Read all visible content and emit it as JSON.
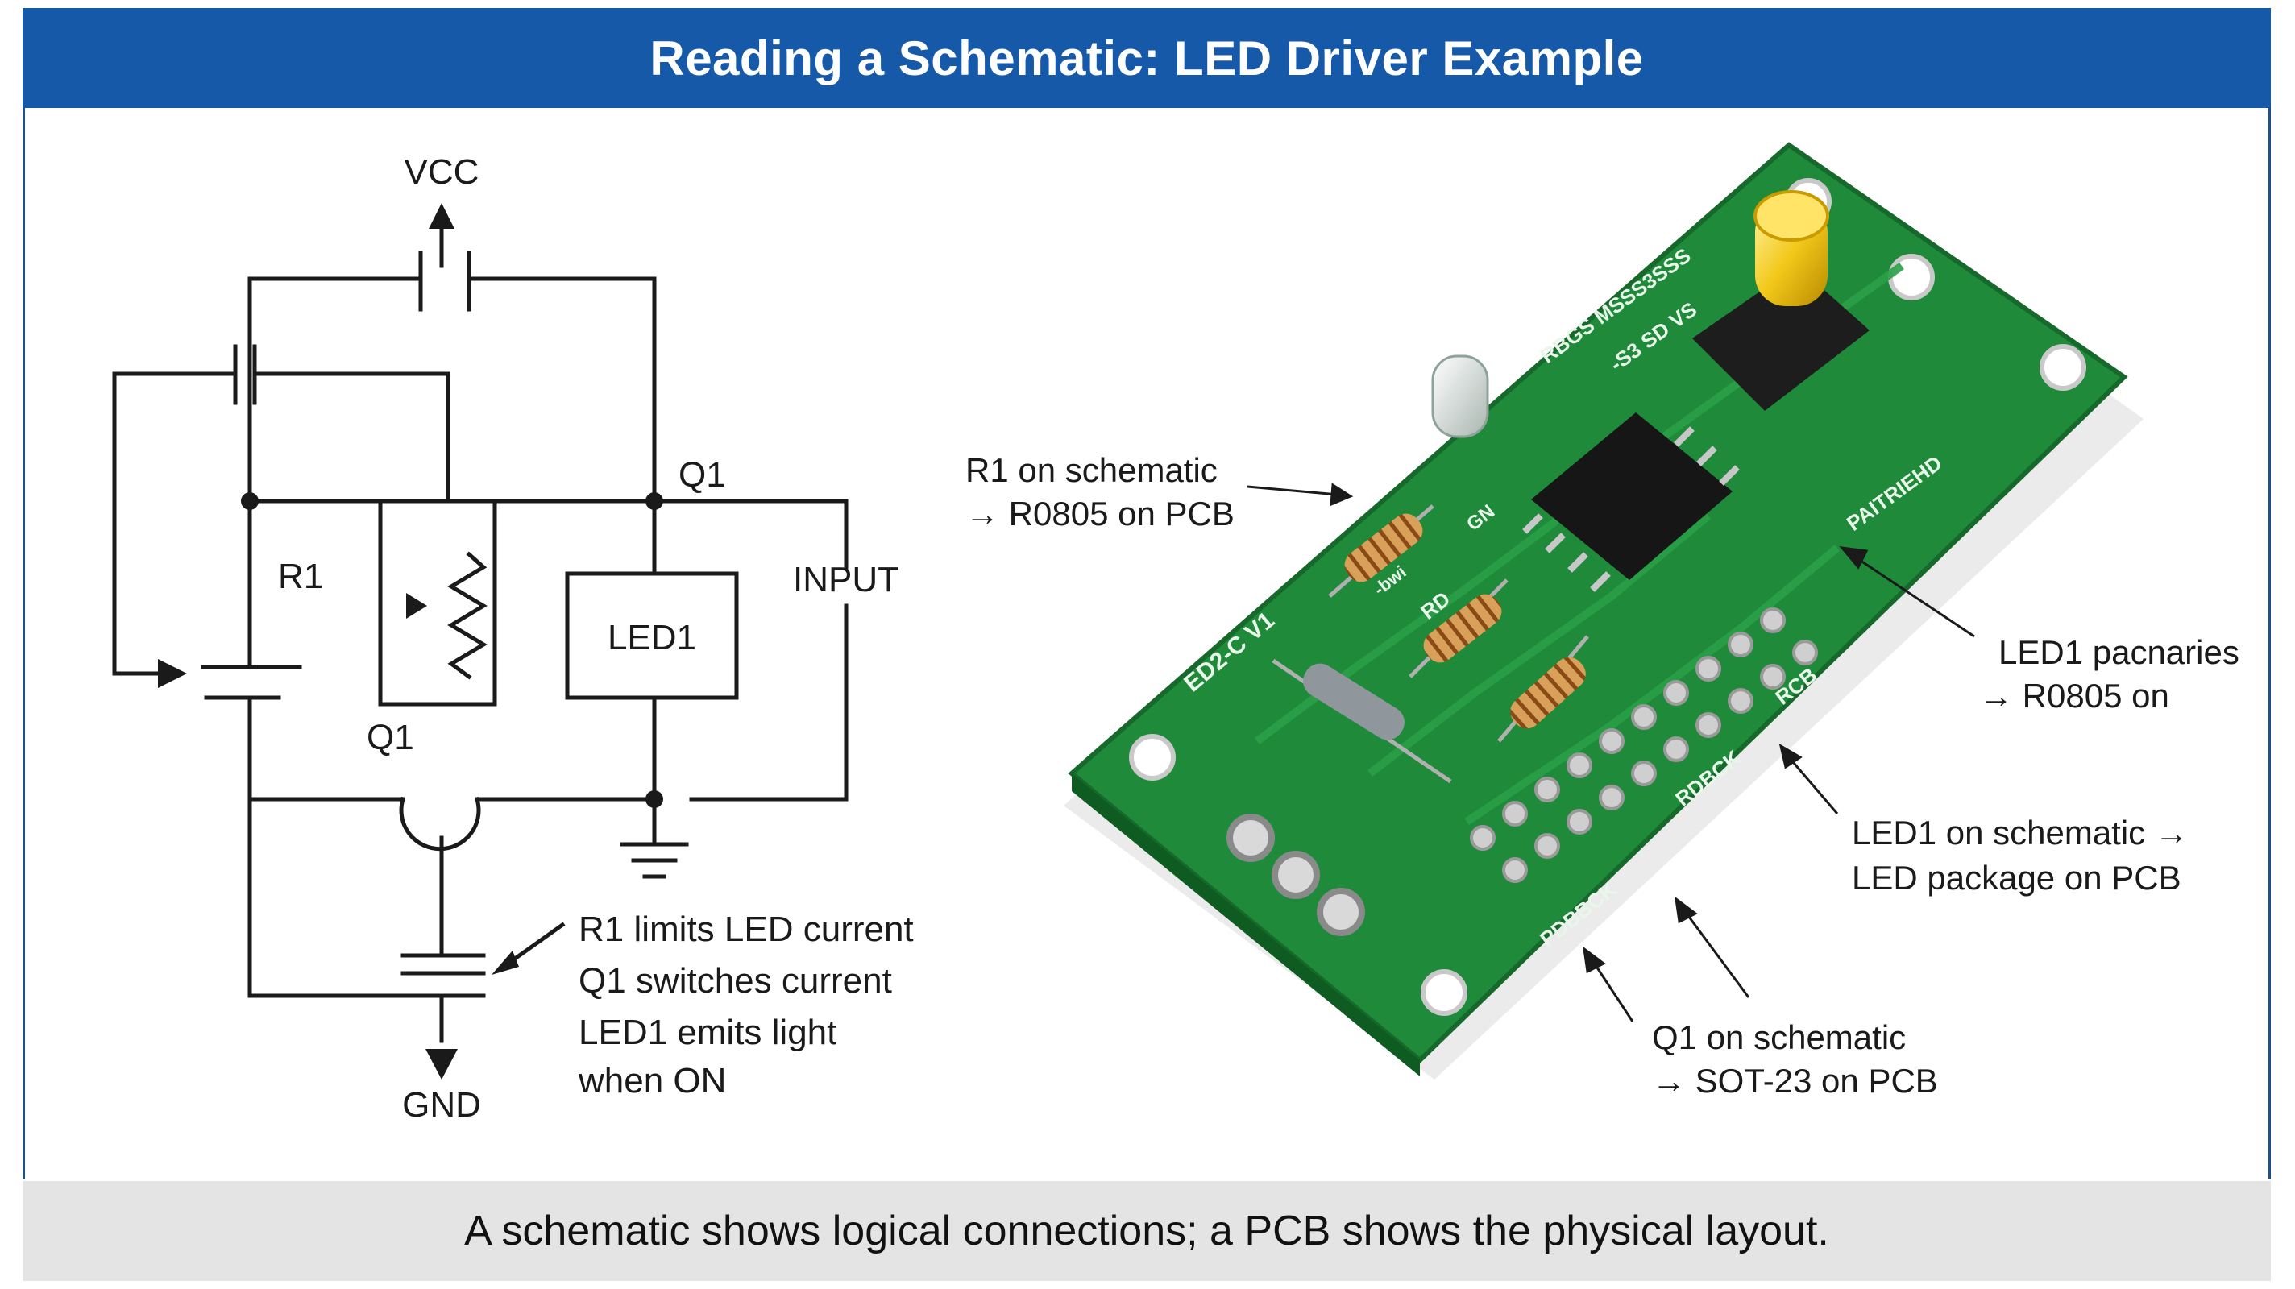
{
  "header": {
    "title": "Reading a Schematic: LED Driver Example"
  },
  "schematic": {
    "vcc": "VCC",
    "gnd": "GND",
    "q1_top": "Q1",
    "q1_bottom": "Q1",
    "r1": "R1",
    "led1": "LED1",
    "input": "INPUT",
    "notes": [
      "R1 limits LED current",
      "Q1 switches current",
      "LED1 emits light",
      "when ON"
    ]
  },
  "pcb": {
    "silkscreen": [
      "RBGS MSSS3SSS",
      "-S3 SD VS",
      "ED2-C V1",
      "RD",
      "RDBCK",
      "PDBBCK",
      "RCB",
      "PAITRIEHD",
      "GN",
      "-bwi"
    ],
    "callouts": {
      "r1": [
        "R1 on schematic",
        "→ R0805 on PCB"
      ],
      "led1_pkg": [
        "LED1 pacnaries",
        "→ R0805 on"
      ],
      "led1_sch": [
        "LED1 on schematic →",
        "LED package on PCB"
      ],
      "q1": [
        "Q1 on schematic",
        "→ SOT-23 on PCB"
      ]
    }
  },
  "footer": {
    "caption": "A schematic shows logical connections; a PCB shows the physical layout."
  },
  "colors": {
    "header": "#1659a8",
    "pcb": "#1e8a3a",
    "led": "#f2c81a",
    "footer": "#e4e4e4"
  }
}
